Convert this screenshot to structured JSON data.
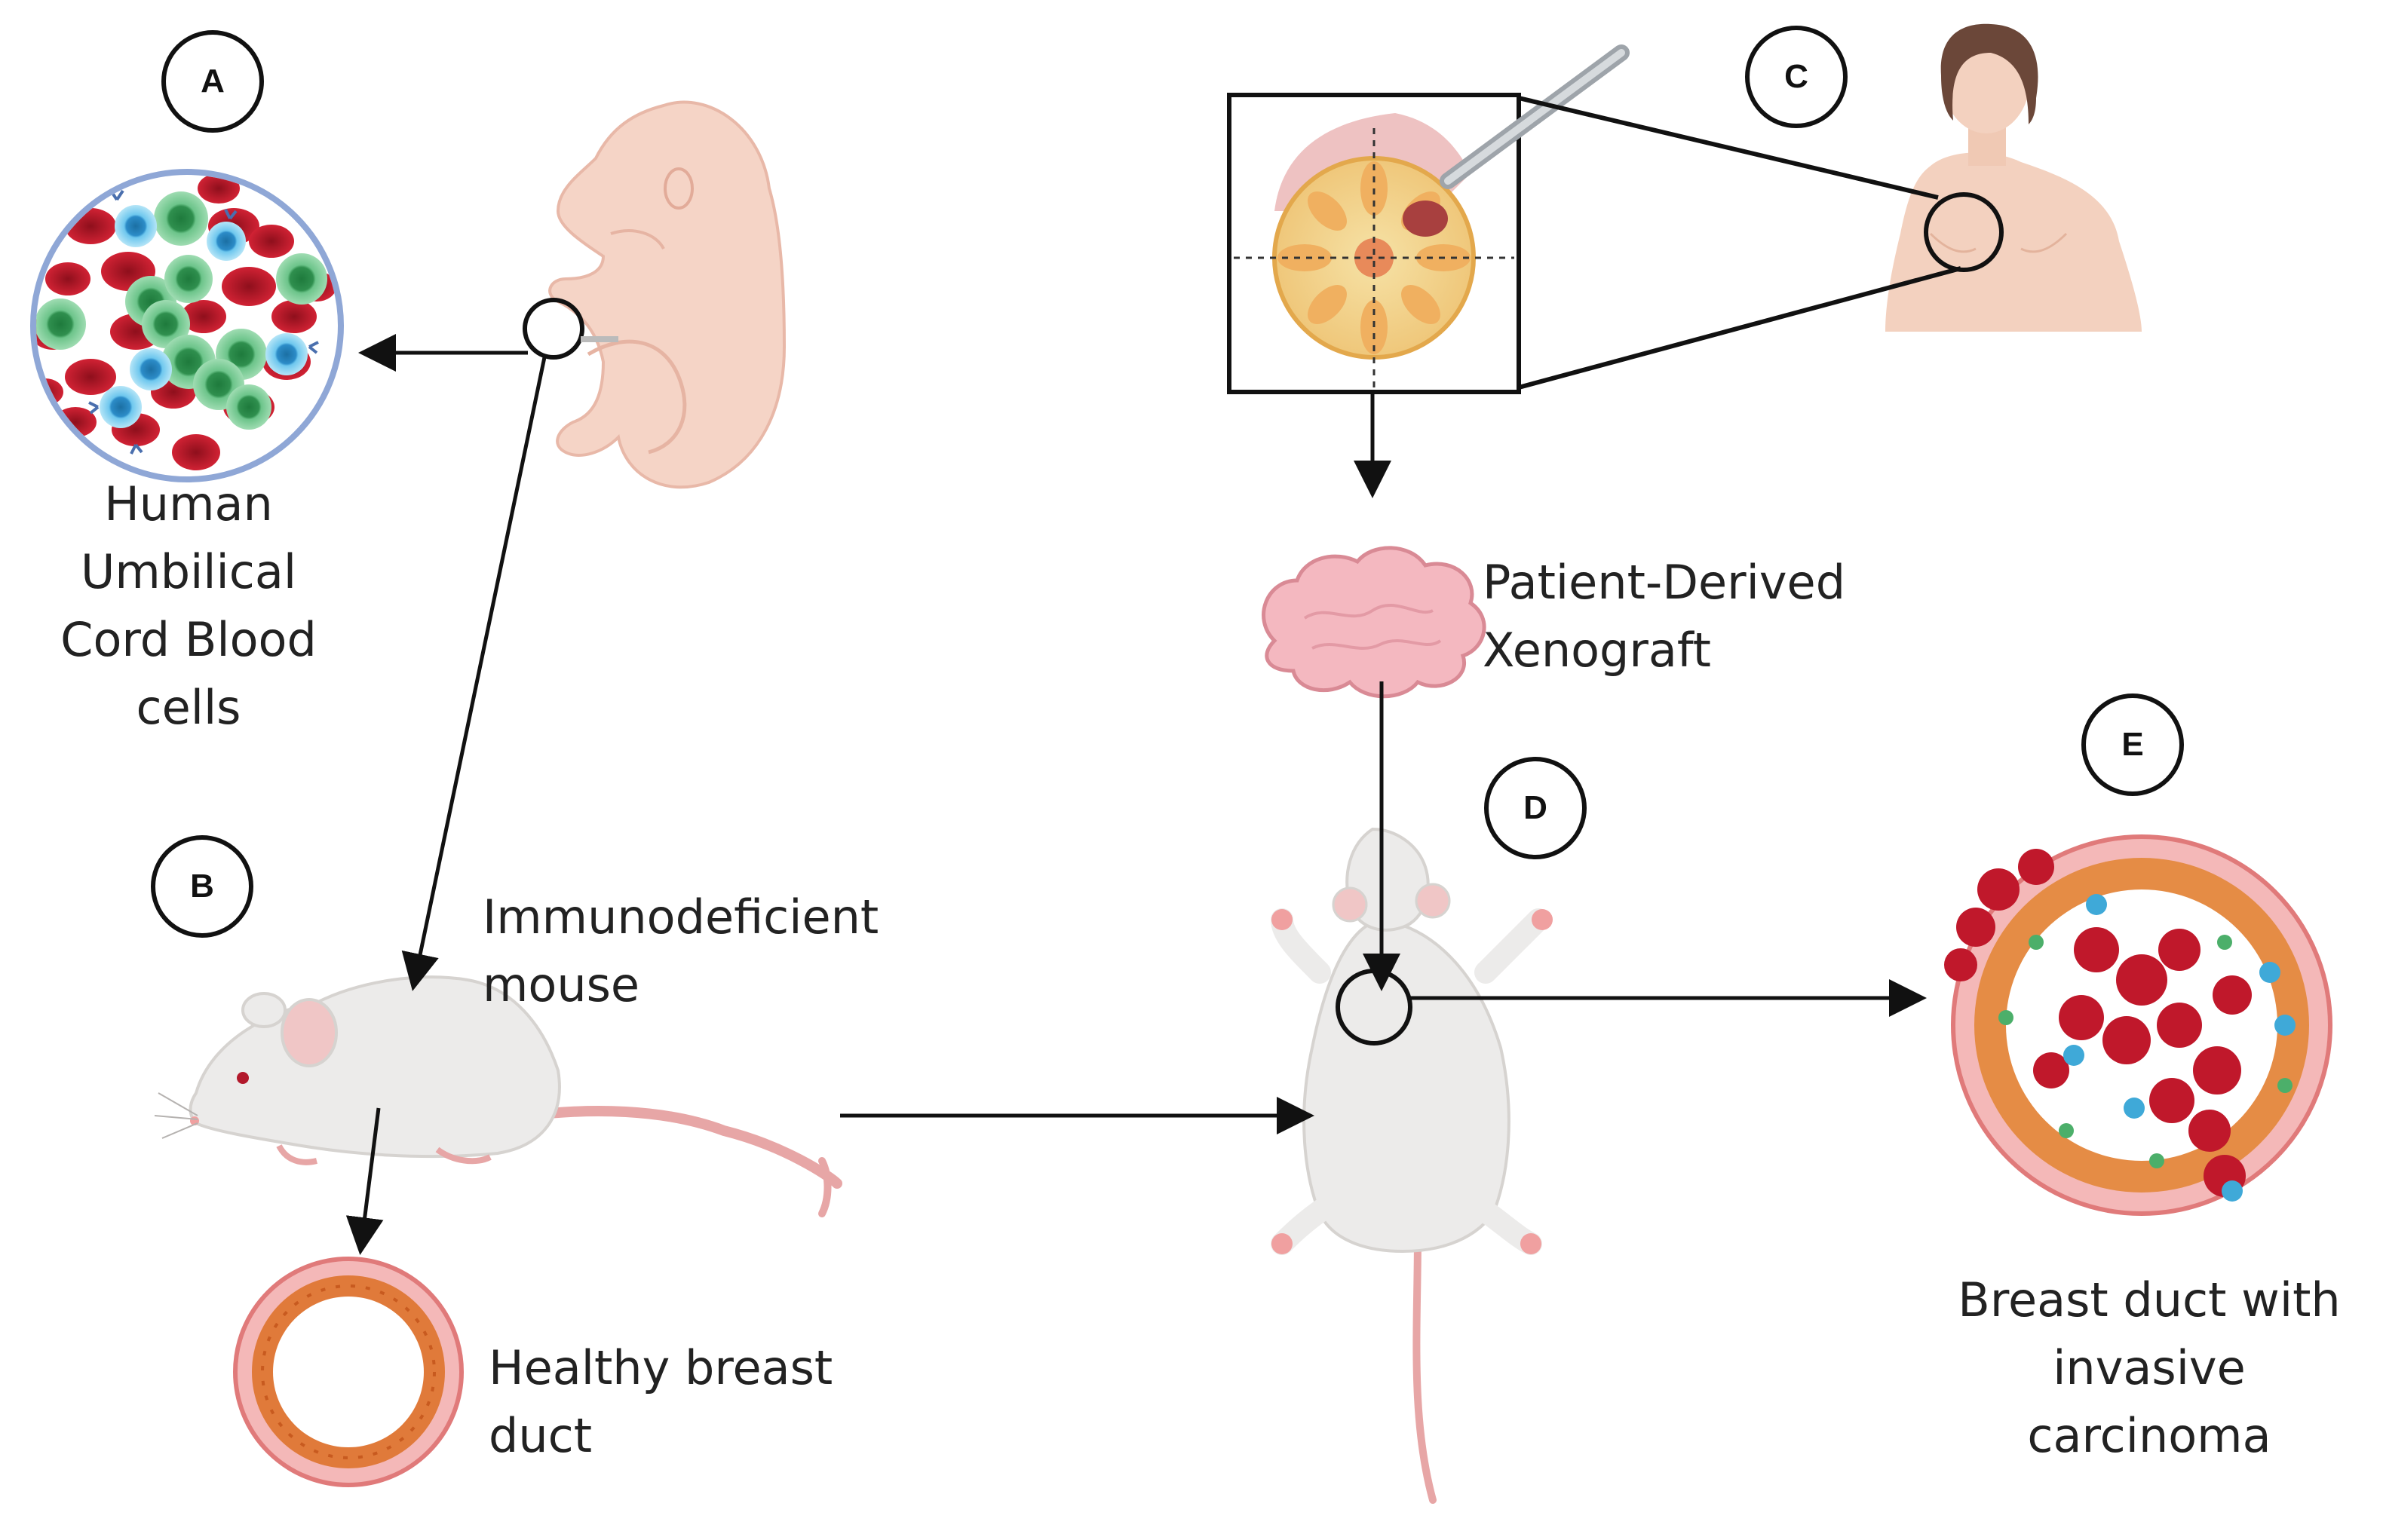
{
  "badges": {
    "a": "A",
    "b": "B",
    "c": "C",
    "d": "D",
    "e": "E"
  },
  "labels": {
    "ucb_cells": "Human\nUmbilical\nCord Blood\ncells",
    "immunodeficient_mouse": "Immunodeficient\nmouse",
    "healthy_duct": "Healthy breast\nduct",
    "pdx": "Patient-Derived\nXenograft",
    "carcinoma_duct": "Breast duct with\ninvasive\ncarcinoma"
  },
  "colors": {
    "red_blood_cell": "#c0182b",
    "stem_cell_green": "#4caf6a",
    "immune_cell_blue": "#3fa9d8",
    "skin": "#f3cfc0",
    "mouse_fur": "#ecebea",
    "tail_pink": "#e7a6a6",
    "duct_orange": "#e07a3a",
    "tumor_pink": "#f4b8c0"
  },
  "icons": [
    "fetus-icon",
    "woman-icon",
    "breast-tissue-icon",
    "scalpel-icon",
    "mouse-side-icon",
    "mouse-top-icon",
    "xenograft-tissue-icon",
    "duct-healthy-icon",
    "duct-carcinoma-icon",
    "blood-cells-icon"
  ]
}
